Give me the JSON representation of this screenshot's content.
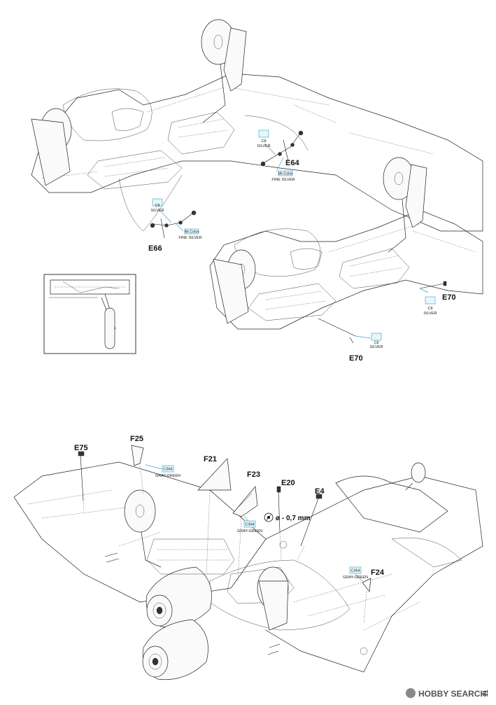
{
  "page": {
    "number": "11"
  },
  "callouts": {
    "top_e64_color": {
      "code": "C8",
      "name": "SILVER"
    },
    "top_e64_fine": {
      "code": "Mr.Color",
      "name": "FINE SILVER"
    },
    "top_e64_label": "E64",
    "top_e66_color": {
      "code": "C8",
      "name": "SILVER"
    },
    "top_e66_fine": {
      "code": "Mr.Color",
      "name": "FINE SILVER"
    },
    "top_e66_label": "E66",
    "mid_e70_right_color": {
      "code": "C8",
      "name": "SILVER"
    },
    "mid_e70_right_label": "E70",
    "mid_e70_left_color": {
      "code": "C8",
      "name": "SILVER"
    },
    "mid_e70_left_label": "E70",
    "bot_e75_label": "E75",
    "bot_f25_label": "F25",
    "bot_f25_color": {
      "code": "C364",
      "name": "GRAY-GREEN"
    },
    "bot_f21_label": "F21",
    "bot_f23_label": "F23",
    "bot_f23_color": {
      "code": "C364",
      "name": "GRAY-GREEN"
    },
    "bot_e20_label": "E20",
    "bot_e20_drill": "ø - 0,7 mm",
    "bot_e4_label": "E4",
    "bot_f24_label": "F24",
    "bot_f24_color": {
      "code": "C364",
      "name": "GRAY-GREEN"
    }
  },
  "watermark": {
    "brand": "HOBBY SEARCH"
  },
  "colors": {
    "paint_box": "#e6f6fb",
    "paint_box_border": "#5bbcd6",
    "lines": "#222222"
  }
}
